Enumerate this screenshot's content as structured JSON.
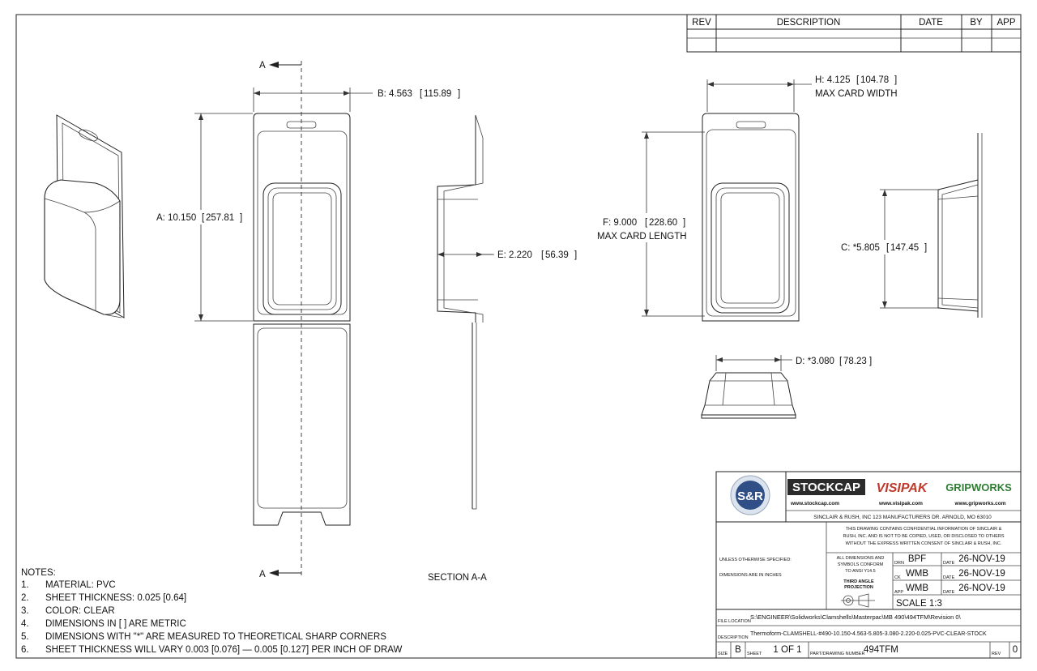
{
  "revision_block": {
    "headers": [
      "REV",
      "DESCRIPTION",
      "DATE",
      "BY",
      "APP"
    ]
  },
  "dimensions": {
    "a": "A: 10.150",
    "a_metric": "257.81",
    "b": "B: 4.563",
    "b_metric": "115.89",
    "c": "C: *5.805",
    "c_metric": "147.45",
    "d": "D: *3.080",
    "d_metric": "78.23",
    "e": "E: 2.220",
    "e_metric": "56.39",
    "f_line1": "F: 9.000",
    "f_metric": "228.60",
    "f_line2": "MAX CARD LENGTH",
    "h_line1": "H: 4.125",
    "h_metric": "104.78",
    "h_line2": "MAX CARD WIDTH"
  },
  "section_marker": "A",
  "section_label": "SECTION A-A",
  "notes": {
    "heading": "NOTES:",
    "items": [
      {
        "num": "1.",
        "text": "MATERIAL: PVC"
      },
      {
        "num": "2.",
        "text": "SHEET THICKNESS: 0.025 [0.64]"
      },
      {
        "num": "3.",
        "text": "COLOR: CLEAR"
      },
      {
        "num": "4.",
        "text": "DIMENSIONS IN [ ] ARE METRIC"
      },
      {
        "num": "5.",
        "text": "DIMENSIONS WITH \"*\" ARE MEASURED TO THEORETICAL SHARP CORNERS"
      },
      {
        "num": "6.",
        "text": "SHEET THICKNESS WILL VARY 0.003 [0.076] — 0.005 [0.127] PER INCH OF DRAW"
      }
    ]
  },
  "title_block": {
    "logo_text": "S&R",
    "brand_stockcap": "STOCKCAP",
    "brand_visipak": "VISIPAK",
    "brand_gripworks": "GRIPWORKS",
    "url_stockcap": "www.stockcap.com",
    "url_visipak": "www.visipak.com",
    "url_gripworks": "www.gripworks.com",
    "company_line": "SINCLAIR & RUSH, INC 123 MANUFACTURERS DR. ARNOLD, MO 63010",
    "confidential_1": "THIS DRAWING CONTAINS CONFIDENTIAL INFORMATION OF SINCLAIR &",
    "confidential_2": "RUSH, INC. AND IS NOT TO BE COPIED, USED, OR DISCLOSED TO OTHERS",
    "confidential_3": "WITHOUT THE EXPRESS WRITTEN CONSENT OF SINCLAIR & RUSH, INC.",
    "unless_specified": "UNLESS OTHERWISE SPECIFIED:",
    "dims_inches": "DIMENSIONS ARE IN INCHES",
    "ansi_1": "ALL DIMENSIONS AND",
    "ansi_2": "SYMBOLS CONFORM",
    "ansi_3": "TO ANSI Y14.5",
    "third_angle_1": "THIRD ANGLE",
    "third_angle_2": "PROJECTION",
    "lbl_drn": "DRN",
    "lbl_ck": "CK",
    "lbl_app": "APP",
    "lbl_date": "DATE",
    "drn": "BPF",
    "ck": "WMB",
    "app": "WMB",
    "date_drn": "26-NOV-19",
    "date_ck": "26-NOV-19",
    "date_app": "26-NOV-19",
    "scale": "SCALE 1:3",
    "lbl_file_location": "FILE LOCATION",
    "file_location": "S:\\ENGINEER\\Solidworks\\Clamshells\\Masterpac\\MB 490\\494TFM\\Revision 0\\",
    "lbl_description": "DESCRIPTION",
    "description": "Thermoform-CLAMSHELL-#490-10.150-4.563-5.805-3.080-2.220-0.025-PVC-CLEAR-STOCK",
    "lbl_size": "SIZE",
    "size": "B",
    "lbl_sheet": "SHEET",
    "sheet": "1 OF 1",
    "lbl_part_number": "PART/DRAWING NUMBER",
    "part_number": "494TFM",
    "lbl_rev": "REV",
    "rev": "0"
  }
}
